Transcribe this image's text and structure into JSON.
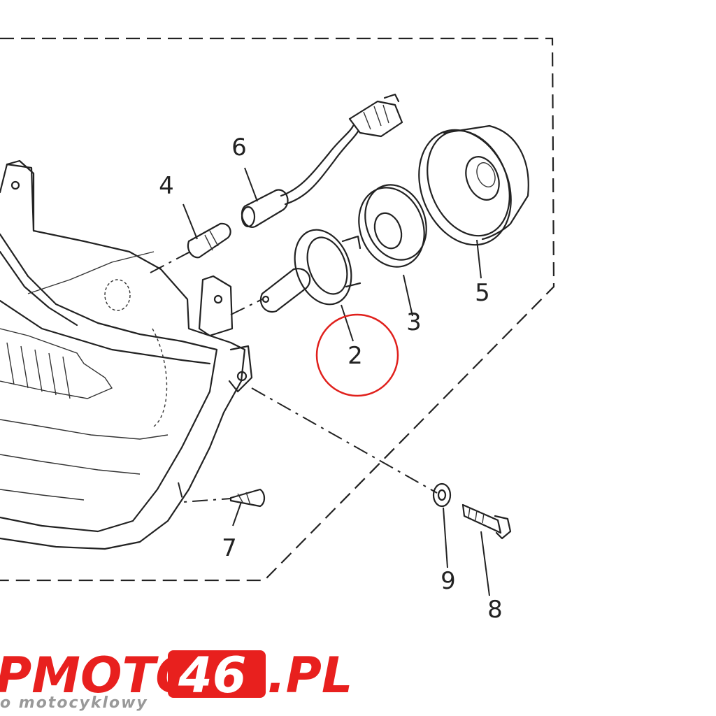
{
  "diagram": {
    "part_labels": {
      "p2": "2",
      "p3": "3",
      "p4": "4",
      "p5": "5",
      "p6": "6",
      "p7": "7",
      "p8": "8",
      "p9": "9"
    },
    "highlighted_part": "2",
    "highlight_color": "#e0201c",
    "line_color": "#222222"
  },
  "watermark": {
    "brand_prefix": "PMOTO",
    "brand_number": "46",
    "brand_suffix": ".PL",
    "tagline": "o motocyklowy",
    "brand_color": "#e8201e",
    "tagline_color": "#999999"
  }
}
